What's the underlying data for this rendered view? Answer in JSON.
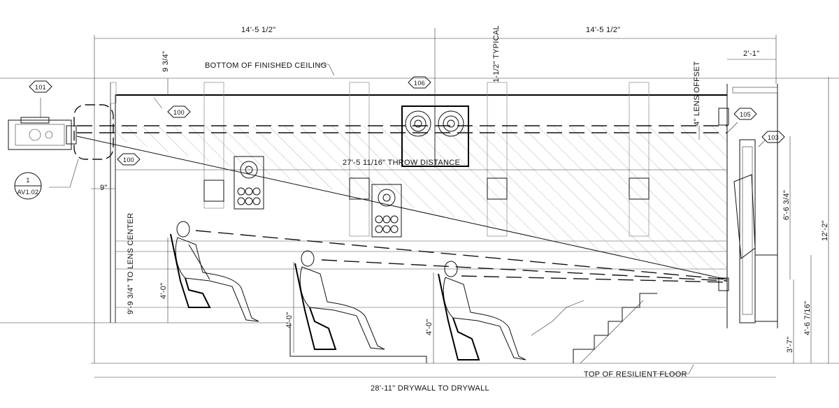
{
  "dimensions": {
    "top_left": "14'-5 1/2\"",
    "top_right": "14'-5 1/2\"",
    "typical": "1-1/2\" TYPICAL",
    "ceiling_gap": "9 3/4\"",
    "right_top": "2'-1\"",
    "lens_offset": "4\" LENS OFFSET",
    "throw_distance": "27'-5 11/16\" THROW DISTANCE",
    "lens_center": "9'-9 3/4\" TO LENS CENTER",
    "left_small": "9\"",
    "seat_1": "4'-0\"",
    "seat_2": "4'-0\"",
    "seat_3": "4'-0\"",
    "screen_height": "6'-6 3/4\"",
    "room_height": "12'-2\"",
    "screen_bottom": "4'-6 7/16\"",
    "floor_gap": "3'-7\"",
    "overall": "28'-11\" DRYWALL TO DRYWALL"
  },
  "labels": {
    "ceiling": "BOTTOM OF FINISHED CEILING",
    "floor": "TOP OF RESILIENT FLOOR"
  },
  "tags": {
    "t101": "101",
    "t100a": "100",
    "t100b": "100",
    "t106": "106",
    "t105": "105",
    "t103": "103",
    "detail_num": "1",
    "detail_ref": "AV1.02"
  }
}
